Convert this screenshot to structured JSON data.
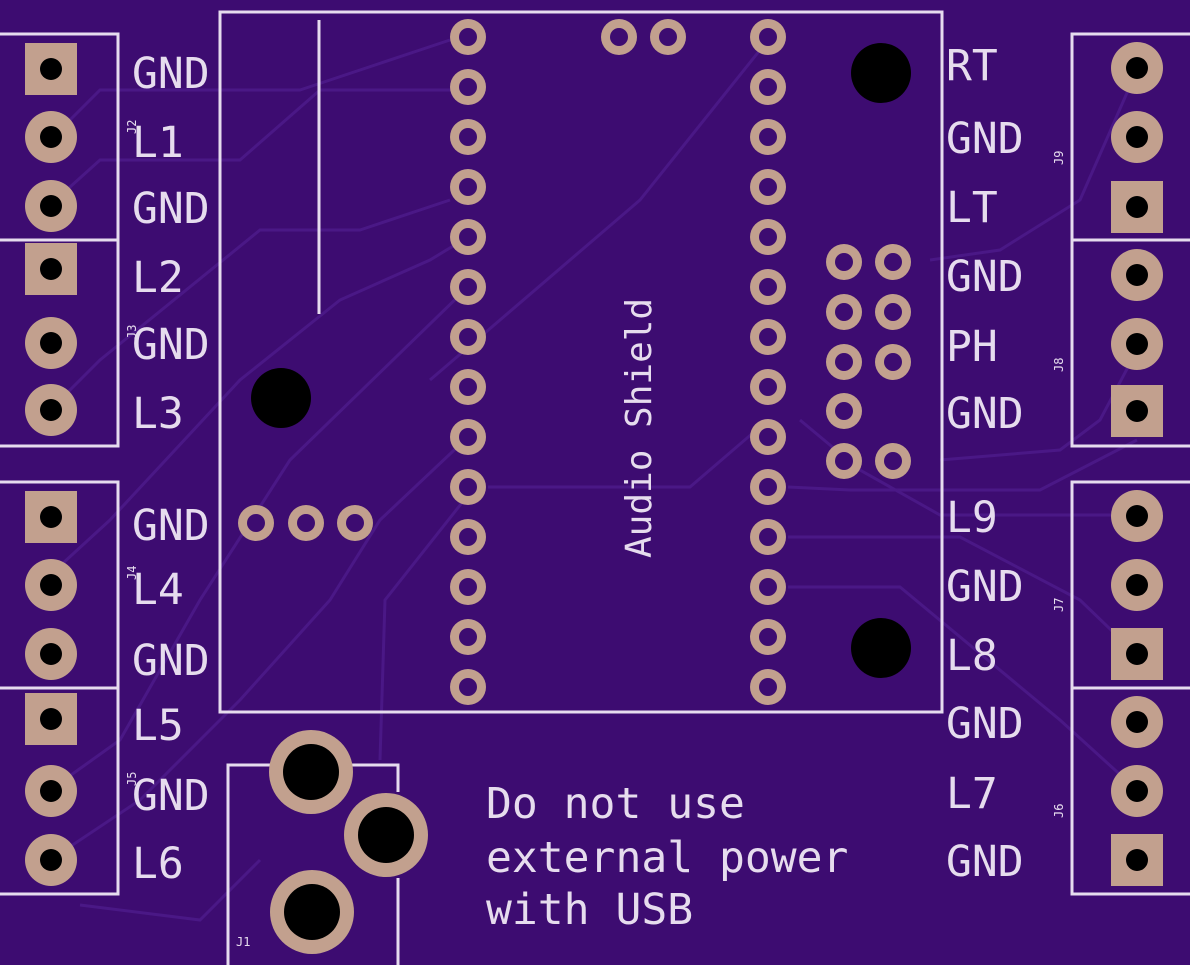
{
  "board": {
    "background": "#3d0c71",
    "trace_color": "#4a1886",
    "silkscreen_color": "#e6dcee",
    "pad_color": "#c2a08e",
    "shield_label": "Audio Shield",
    "note": [
      "Do not use",
      "external power",
      "with USB"
    ]
  },
  "connectors_left": [
    {
      "ref": "J2",
      "pins": [
        "GND",
        "L1",
        "GND"
      ]
    },
    {
      "ref": "J3",
      "pins": [
        "L2",
        "GND",
        "L3"
      ]
    },
    {
      "ref": "J4",
      "pins": [
        "GND",
        "L4",
        "GND"
      ]
    },
    {
      "ref": "J5",
      "pins": [
        "L5",
        "GND",
        "L6"
      ]
    }
  ],
  "connectors_right": [
    {
      "ref": "J9",
      "pins": [
        "RT",
        "GND",
        "LT"
      ]
    },
    {
      "ref": "J8",
      "pins": [
        "GND",
        "PH",
        "GND"
      ]
    },
    {
      "ref": "J7",
      "pins": [
        "L9",
        "GND",
        "L8"
      ]
    },
    {
      "ref": "J6",
      "pins": [
        "GND",
        "L7",
        "GND"
      ]
    }
  ],
  "power_jack": {
    "ref": "J1"
  }
}
